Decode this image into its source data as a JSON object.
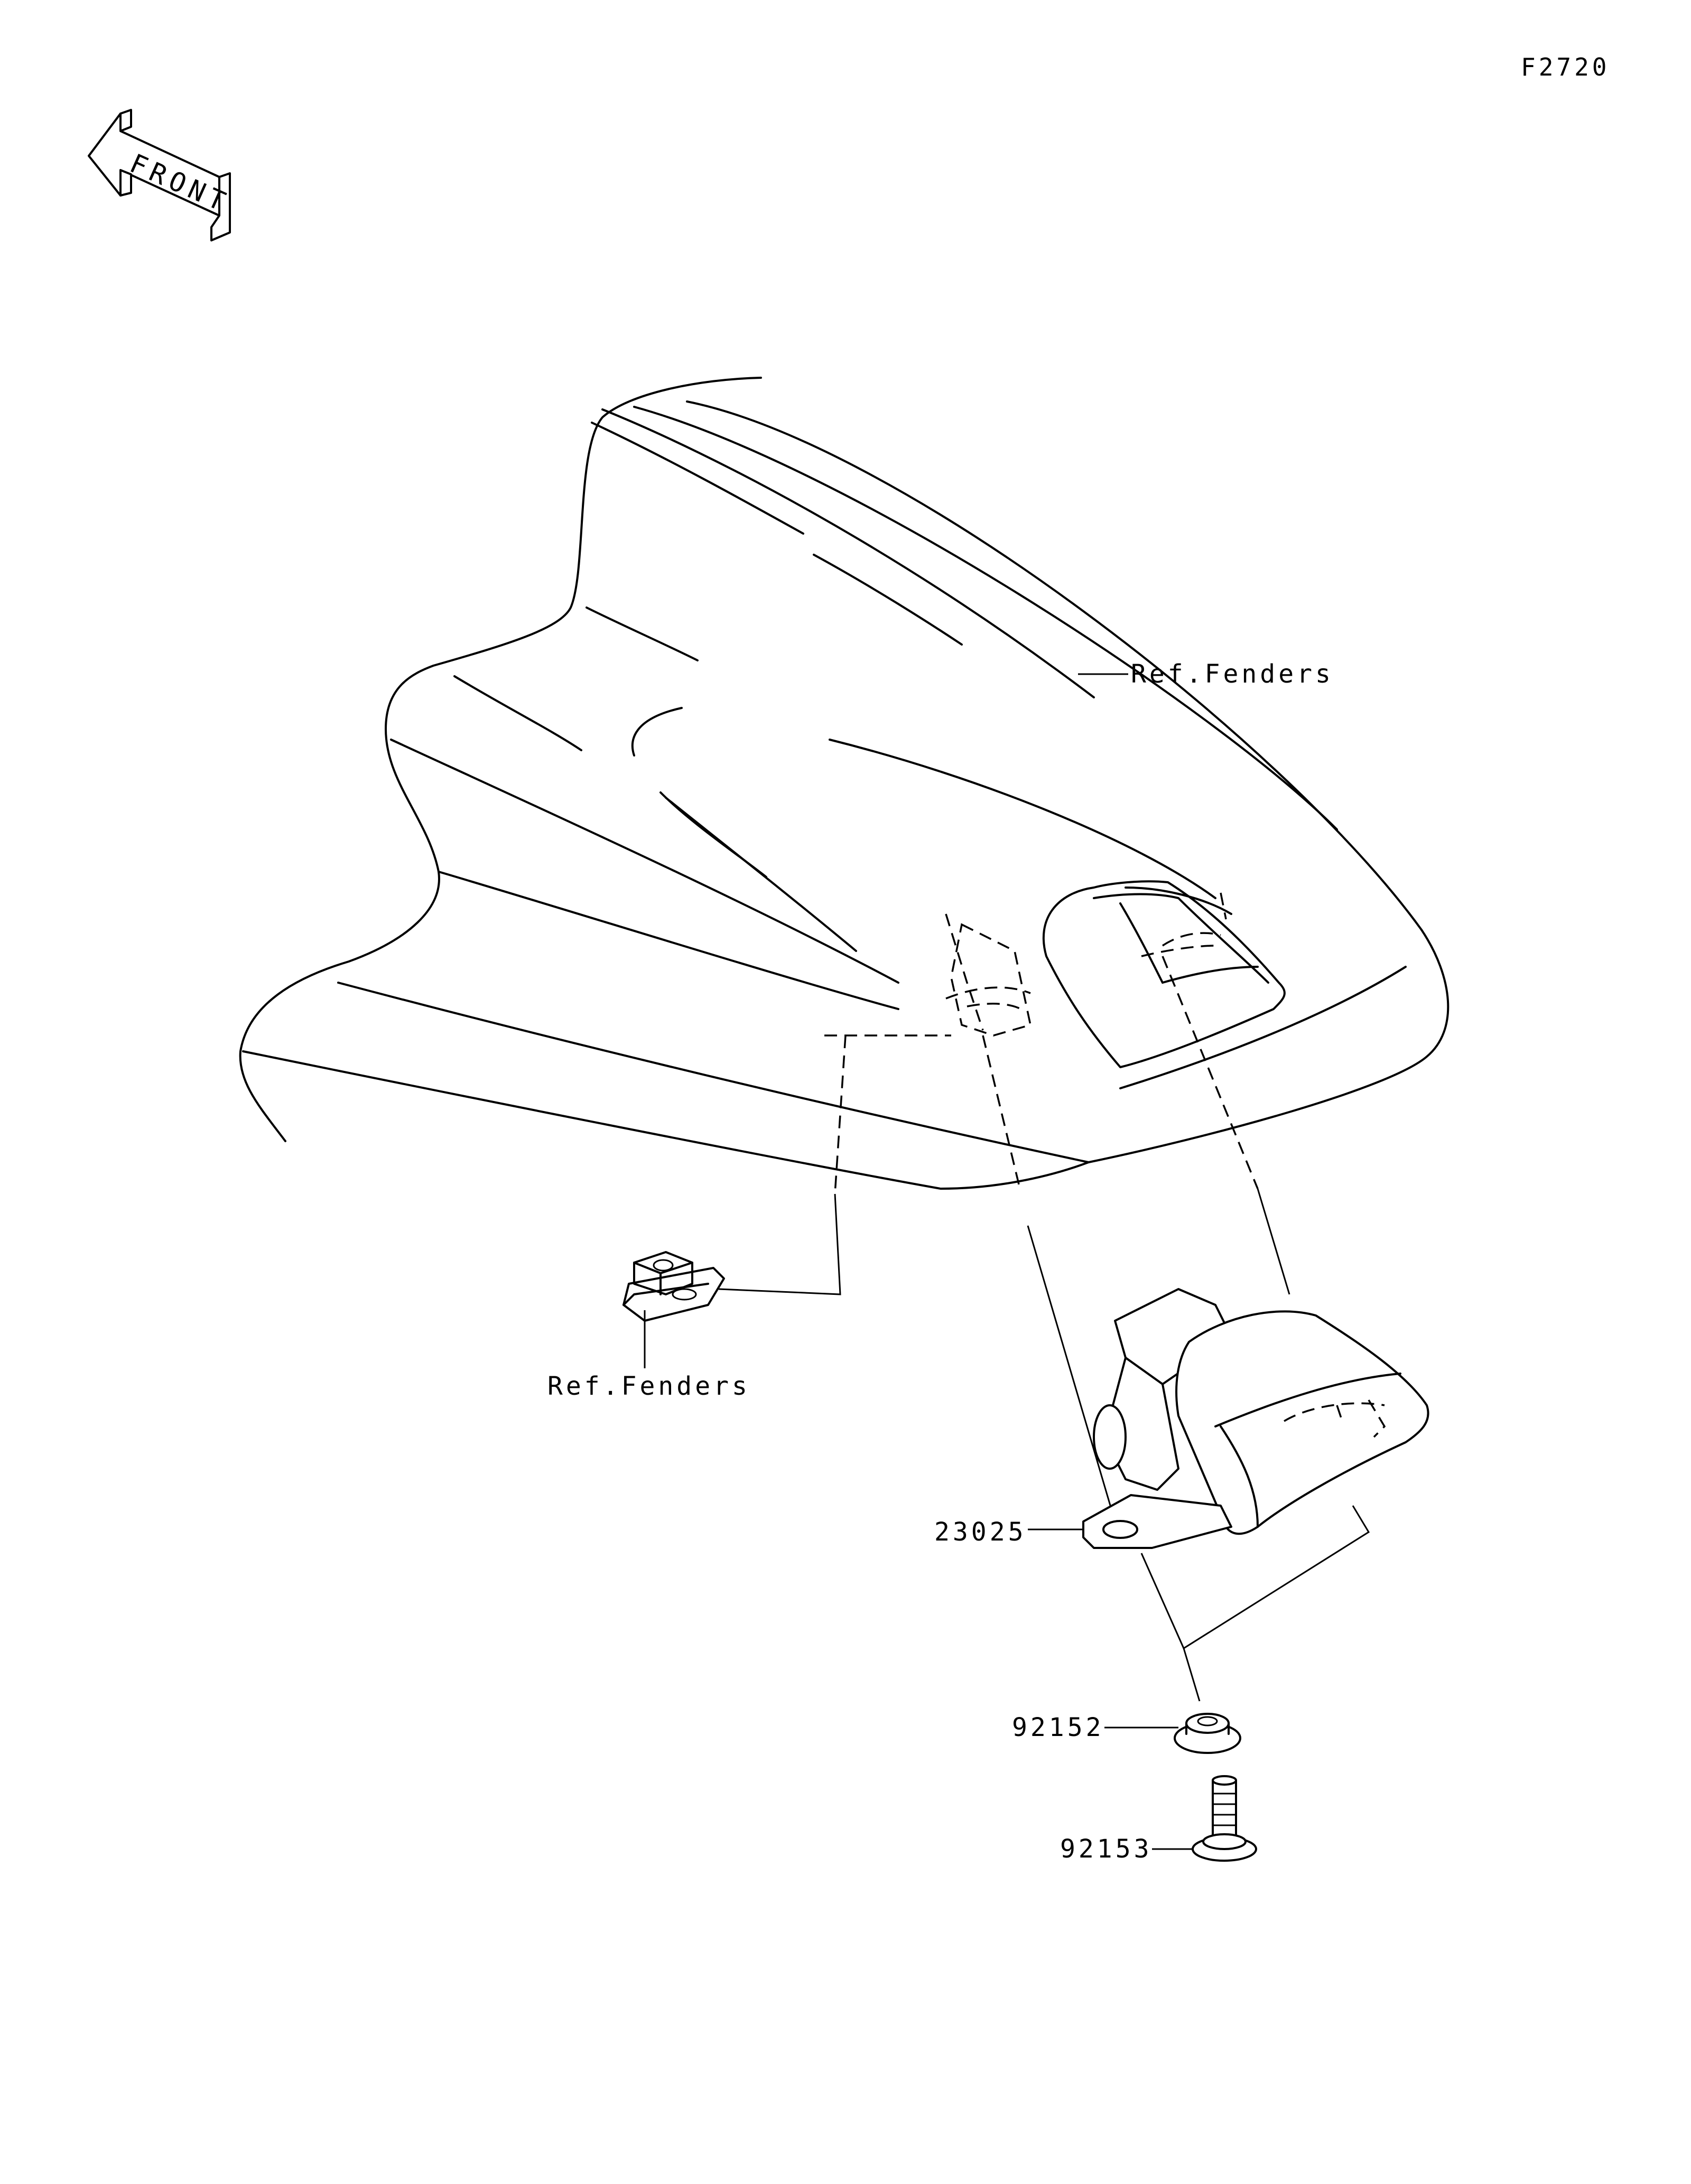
{
  "diagram": {
    "figure_code": "F2720",
    "direction_indicator": "FRONT",
    "labels": {
      "ref_fenders_top": "Ref.Fenders",
      "ref_fenders_clip": "Ref.Fenders",
      "part_23025": "23025",
      "part_92152": "92152",
      "part_92153": "92153"
    }
  }
}
